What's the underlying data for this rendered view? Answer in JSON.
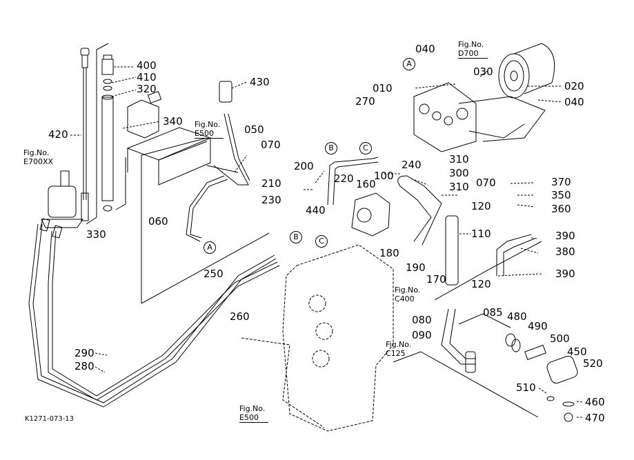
{
  "diagram": {
    "drawing_code": "K1271-073-13",
    "part_labels": [
      {
        "id": "p400",
        "text": "400"
      },
      {
        "id": "p410",
        "text": "410"
      },
      {
        "id": "p320",
        "text": "320"
      },
      {
        "id": "p340",
        "text": "340"
      },
      {
        "id": "p420",
        "text": "420"
      },
      {
        "id": "p330",
        "text": "330"
      },
      {
        "id": "p430",
        "text": "430"
      },
      {
        "id": "p050",
        "text": "050"
      },
      {
        "id": "p070a",
        "text": "070"
      },
      {
        "id": "p060",
        "text": "060"
      },
      {
        "id": "p040a",
        "text": "040"
      },
      {
        "id": "p010",
        "text": "010"
      },
      {
        "id": "p030",
        "text": "030"
      },
      {
        "id": "p020",
        "text": "020"
      },
      {
        "id": "p040b",
        "text": "040"
      },
      {
        "id": "p270",
        "text": "270"
      },
      {
        "id": "p240",
        "text": "240"
      },
      {
        "id": "p200",
        "text": "200"
      },
      {
        "id": "p310a",
        "text": "310"
      },
      {
        "id": "p300",
        "text": "300"
      },
      {
        "id": "p310b",
        "text": "310"
      },
      {
        "id": "p070b",
        "text": "070"
      },
      {
        "id": "p210",
        "text": "210"
      },
      {
        "id": "p220",
        "text": "220"
      },
      {
        "id": "p160",
        "text": "160"
      },
      {
        "id": "p100",
        "text": "100"
      },
      {
        "id": "p230",
        "text": "230"
      },
      {
        "id": "p440",
        "text": "440"
      },
      {
        "id": "p370",
        "text": "370"
      },
      {
        "id": "p350",
        "text": "350"
      },
      {
        "id": "p360",
        "text": "360"
      },
      {
        "id": "p120a",
        "text": "120"
      },
      {
        "id": "p110",
        "text": "110"
      },
      {
        "id": "p390a",
        "text": "390"
      },
      {
        "id": "p380",
        "text": "380"
      },
      {
        "id": "p390b",
        "text": "390"
      },
      {
        "id": "p180",
        "text": "180"
      },
      {
        "id": "p190",
        "text": "190"
      },
      {
        "id": "p170",
        "text": "170"
      },
      {
        "id": "p120b",
        "text": "120"
      },
      {
        "id": "p250",
        "text": "250"
      },
      {
        "id": "p260",
        "text": "260"
      },
      {
        "id": "p085",
        "text": "085"
      },
      {
        "id": "p480",
        "text": "480"
      },
      {
        "id": "p490",
        "text": "490"
      },
      {
        "id": "p080",
        "text": "080"
      },
      {
        "id": "p090",
        "text": "090"
      },
      {
        "id": "p500",
        "text": "500"
      },
      {
        "id": "p450",
        "text": "450"
      },
      {
        "id": "p520",
        "text": "520"
      },
      {
        "id": "p510",
        "text": "510"
      },
      {
        "id": "p460",
        "text": "460"
      },
      {
        "id": "p470",
        "text": "470"
      },
      {
        "id": "p290",
        "text": "290"
      },
      {
        "id": "p280",
        "text": "280"
      }
    ],
    "figure_refs": [
      {
        "id": "f_e700xx",
        "line1": "Fig.No.",
        "line2": "E700XX"
      },
      {
        "id": "f_e500a",
        "line1": "Fig.No.",
        "line2": "E500"
      },
      {
        "id": "f_d700",
        "line1": "Fig.No.",
        "line2": "D700"
      },
      {
        "id": "f_c400",
        "line1": "Fig.No.",
        "line2": "C400"
      },
      {
        "id": "f_c125",
        "line1": "Fig.No.",
        "line2": "C125"
      },
      {
        "id": "f_e500b",
        "line1": "Fig.No.",
        "line2": "E500"
      }
    ],
    "connectors": [
      {
        "id": "cA1",
        "text": "A"
      },
      {
        "id": "cA2",
        "text": "A"
      },
      {
        "id": "cB1",
        "text": "B"
      },
      {
        "id": "cC1",
        "text": "C"
      },
      {
        "id": "cB2",
        "text": "B"
      },
      {
        "id": "cC2",
        "text": "C"
      }
    ]
  }
}
